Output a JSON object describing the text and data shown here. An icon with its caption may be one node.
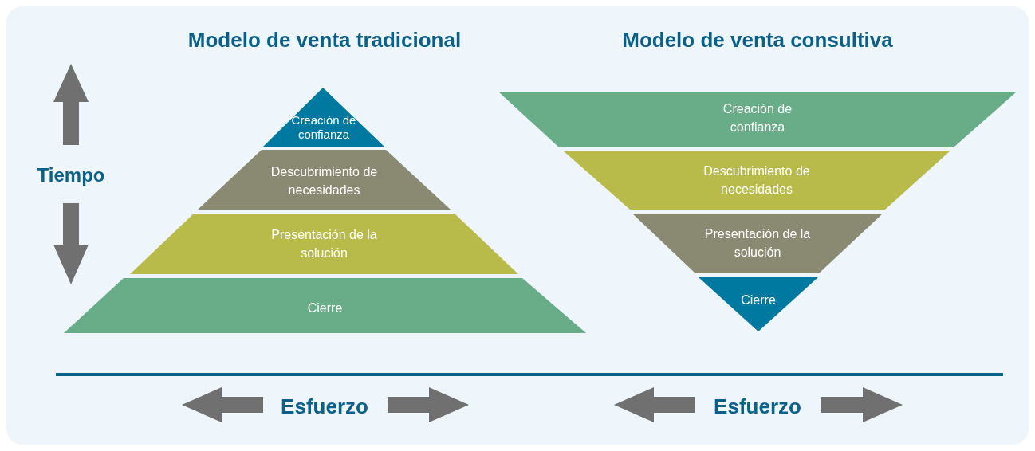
{
  "diagram": {
    "nodes": [
      {
        "text": [
          "Creación de confianza"
        ]
      },
      {
        "text": [
          "Descubrimiento de necesidades"
        ]
      },
      {
        "text": [
          "Presentación de la solución"
        ]
      },
      {
        "text": [
          "Cierre"
        ]
      },
      {
        "text": [
          "Creación de confianza"
        ]
      },
      {
        "text": [
          "Descubrimiento de necesidades"
        ]
      },
      {
        "text": [
          "Presentación de la solución"
        ]
      },
      {
        "text": [
          "Cierre"
        ]
      }
    ],
    "edges": [],
    "labels": [
      "Modelo de venta tradicional",
      "Modelo de venta consultiva",
      "Tiempo",
      "Esfuerzo",
      "Esfuerzo"
    ]
  }
}
